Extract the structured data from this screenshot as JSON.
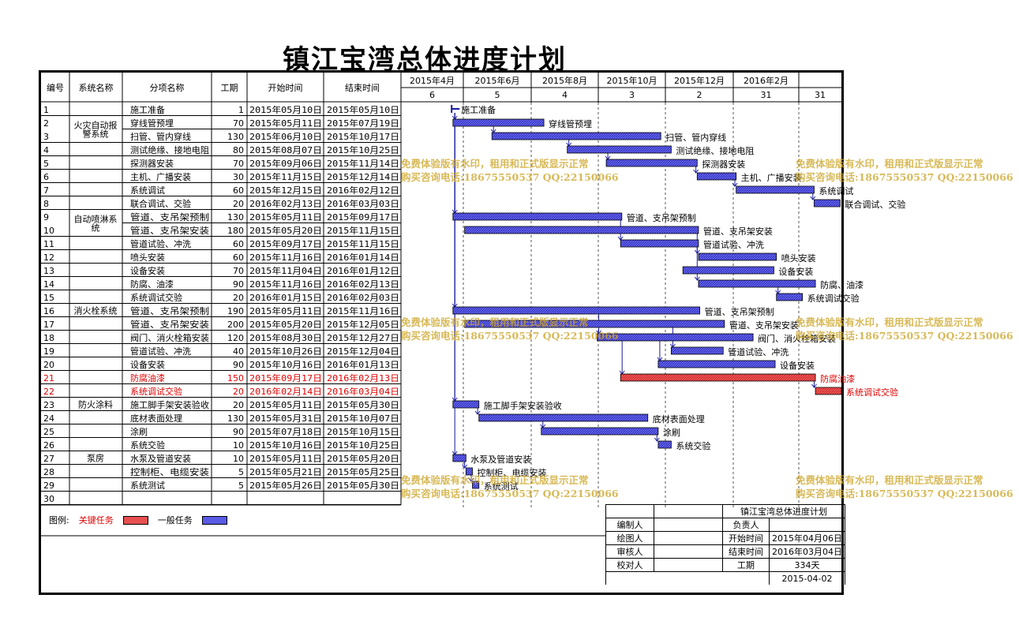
{
  "title": "镇江宝湾总体进度计划",
  "table_headers": {
    "no": "编号",
    "system": "系统名称",
    "item": "分项名称",
    "dur": "工期",
    "start": "开始时间",
    "end": "结束时间"
  },
  "timeline": {
    "months": [
      "2015年4月",
      "2015年6月",
      "2015年8月",
      "2015年10月",
      "2015年12月",
      "2016年2月",
      ""
    ],
    "sub": [
      "6",
      "5",
      "4",
      "3",
      "2",
      "31",
      "31"
    ]
  },
  "systems": [
    {
      "name": "火灾自动报警系统",
      "rows": [
        2,
        3
      ]
    },
    {
      "name": "自动喷淋系统",
      "rows": [
        9,
        10
      ]
    },
    {
      "name": "消火栓系统",
      "rows": [
        16,
        16
      ]
    },
    {
      "name": "防火涂料",
      "rows": [
        23,
        23
      ]
    },
    {
      "name": "泵房",
      "rows": [
        27,
        27
      ]
    }
  ],
  "chart_data": {
    "type": "gantt",
    "x_range": [
      "2015-04-06",
      "2016-03-04"
    ],
    "tasks": [
      {
        "no": "1",
        "name": "施工准备",
        "dur": "1",
        "start": "2015年05月10日",
        "end": "2015年05月10日",
        "s": "2015-05-10",
        "e": "2015-05-10",
        "critical": false
      },
      {
        "no": "2",
        "name": "穿线管预埋",
        "dur": "70",
        "start": "2015年05月11日",
        "end": "2015年07月19日",
        "s": "2015-05-11",
        "e": "2015-07-19",
        "critical": false
      },
      {
        "no": "3",
        "name": "扫管、管内穿线",
        "dur": "130",
        "start": "2015年06月10日",
        "end": "2015年10月17日",
        "s": "2015-06-10",
        "e": "2015-10-17",
        "critical": false
      },
      {
        "no": "4",
        "name": "测试绝缘、接地电阻",
        "dur": "80",
        "start": "2015年08月07日",
        "end": "2015年10月25日",
        "s": "2015-08-07",
        "e": "2015-10-25",
        "critical": false
      },
      {
        "no": "5",
        "name": "探测器安装",
        "dur": "70",
        "start": "2015年09月06日",
        "end": "2015年11月14日",
        "s": "2015-09-06",
        "e": "2015-11-14",
        "critical": false
      },
      {
        "no": "6",
        "name": "主机、广播安装",
        "dur": "30",
        "start": "2015年11月15日",
        "end": "2015年12月14日",
        "s": "2015-11-15",
        "e": "2015-12-14",
        "critical": false
      },
      {
        "no": "7",
        "name": "系统调试",
        "dur": "60",
        "start": "2015年12月15日",
        "end": "2016年02月12日",
        "s": "2015-12-15",
        "e": "2016-02-12",
        "critical": false
      },
      {
        "no": "8",
        "name": "联合调试、交验",
        "dur": "20",
        "start": "2016年02月13日",
        "end": "2016年03月03日",
        "s": "2016-02-13",
        "e": "2016-03-03",
        "critical": false
      },
      {
        "no": "9",
        "name": "管道、支吊架预制",
        "dur": "130",
        "start": "2015年05月11日",
        "end": "2015年09月17日",
        "s": "2015-05-11",
        "e": "2015-09-17",
        "critical": false
      },
      {
        "no": "10",
        "name": "管道、支吊架安装",
        "dur": "180",
        "start": "2015年05月20日",
        "end": "2015年11月15日",
        "s": "2015-05-20",
        "e": "2015-11-15",
        "critical": false
      },
      {
        "no": "11",
        "name": "管道试验、冲洗",
        "dur": "60",
        "start": "2015年09月17日",
        "end": "2015年11月15日",
        "s": "2015-09-17",
        "e": "2015-11-15",
        "critical": false
      },
      {
        "no": "12",
        "name": "喷头安装",
        "dur": "60",
        "start": "2015年11月16日",
        "end": "2016年01月14日",
        "s": "2015-11-16",
        "e": "2016-01-14",
        "critical": false
      },
      {
        "no": "13",
        "name": "设备安装",
        "dur": "70",
        "start": "2015年11月04日",
        "end": "2016年01月12日",
        "s": "2015-11-04",
        "e": "2016-01-12",
        "critical": false
      },
      {
        "no": "14",
        "name": "防腐、油漆",
        "dur": "90",
        "start": "2015年11月16日",
        "end": "2016年02月13日",
        "s": "2015-11-16",
        "e": "2016-02-13",
        "critical": false
      },
      {
        "no": "15",
        "name": "系统调试交验",
        "dur": "20",
        "start": "2016年01月15日",
        "end": "2016年02月03日",
        "s": "2016-01-15",
        "e": "2016-02-03",
        "critical": false
      },
      {
        "no": "16",
        "name": "管道、支吊架预制",
        "dur": "190",
        "start": "2015年05月11日",
        "end": "2015年11月16日",
        "s": "2015-05-11",
        "e": "2015-11-16",
        "critical": false
      },
      {
        "no": "17",
        "name": "管道、支吊架安装",
        "dur": "200",
        "start": "2015年05月20日",
        "end": "2015年12月05日",
        "s": "2015-05-20",
        "e": "2015-12-05",
        "critical": false
      },
      {
        "no": "18",
        "name": "阀门、消火栓箱安装",
        "dur": "120",
        "start": "2015年08月30日",
        "end": "2015年12月27日",
        "s": "2015-08-30",
        "e": "2015-12-27",
        "critical": false
      },
      {
        "no": "19",
        "name": "管道试验、冲洗",
        "dur": "40",
        "start": "2015年10月26日",
        "end": "2015年12月04日",
        "s": "2015-10-26",
        "e": "2015-12-04",
        "critical": false
      },
      {
        "no": "20",
        "name": "设备安装",
        "dur": "90",
        "start": "2015年10月16日",
        "end": "2016年01月13日",
        "s": "2015-10-16",
        "e": "2016-01-13",
        "critical": false
      },
      {
        "no": "21",
        "name": "防腐油漆",
        "dur": "150",
        "start": "2015年09月17日",
        "end": "2016年02月13日",
        "s": "2015-09-17",
        "e": "2016-02-13",
        "critical": true
      },
      {
        "no": "22",
        "name": "系统调试交验",
        "dur": "20",
        "start": "2016年02月14日",
        "end": "2016年03月04日",
        "s": "2016-02-14",
        "e": "2016-03-04",
        "critical": true
      },
      {
        "no": "23",
        "name": "施工脚手架安装验收",
        "dur": "20",
        "start": "2015年05月11日",
        "end": "2015年05月30日",
        "s": "2015-05-11",
        "e": "2015-05-30",
        "critical": false
      },
      {
        "no": "24",
        "name": "底材表面处理",
        "dur": "130",
        "start": "2015年05月31日",
        "end": "2015年10月07日",
        "s": "2015-05-31",
        "e": "2015-10-07",
        "critical": false
      },
      {
        "no": "25",
        "name": "涂刷",
        "dur": "90",
        "start": "2015年07月18日",
        "end": "2015年10月15日",
        "s": "2015-07-18",
        "e": "2015-10-15",
        "critical": false
      },
      {
        "no": "26",
        "name": "系统交验",
        "dur": "10",
        "start": "2015年10月16日",
        "end": "2015年10月25日",
        "s": "2015-10-16",
        "e": "2015-10-25",
        "critical": false
      },
      {
        "no": "27",
        "name": "水泵及管道安装",
        "dur": "10",
        "start": "2015年05月11日",
        "end": "2015年05月20日",
        "s": "2015-05-11",
        "e": "2015-05-20",
        "critical": false
      },
      {
        "no": "28",
        "name": "控制柜、电缆安装",
        "dur": "5",
        "start": "2015年05月21日",
        "end": "2015年05月25日",
        "s": "2015-05-21",
        "e": "2015-05-25",
        "critical": false
      },
      {
        "no": "29",
        "name": "系统测试",
        "dur": "5",
        "start": "2015年05月26日",
        "end": "2015年05月30日",
        "s": "2015-05-26",
        "e": "2015-05-30",
        "critical": false
      },
      {
        "no": "30",
        "name": "",
        "dur": "",
        "start": "",
        "end": "",
        "s": "",
        "e": "",
        "critical": false
      }
    ]
  },
  "legend": {
    "label": "图例:",
    "critical": "关键任务",
    "normal": "一般任务"
  },
  "colors": {
    "critical": "#e85050",
    "normal": "#5a5ae6",
    "critical_text": "#e00000"
  },
  "watermark": {
    "line1": "免费体验版有水印，租用和正式版显示正常",
    "line2": "购买咨询电话:18675550537 QQ:22150066"
  },
  "title_block": {
    "title": "镇江宝湾总体进度计划",
    "drafter": "编制人",
    "drawer": "绘图人",
    "reviewer": "审核人",
    "checker": "校对人",
    "owner": "负责人",
    "start_label": "开始时间",
    "start_value": "2015年04月06日",
    "end_label": "结束时间",
    "end_value": "2016年03月04日",
    "dur_label": "工期",
    "dur_value": "334天",
    "date": "2015-04-02"
  }
}
